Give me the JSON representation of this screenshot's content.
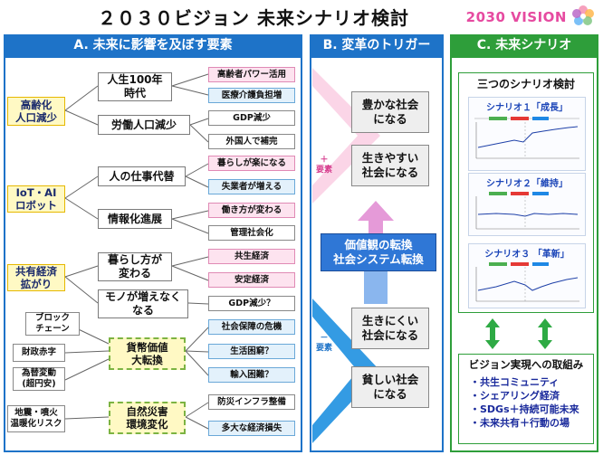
{
  "header": {
    "title": "２０３０ビジョン 未来シナリオ検討",
    "logo_text": "2030 VISION"
  },
  "columns": {
    "a": {
      "label": "A. 未来に影響を及ぼす要素"
    },
    "b": {
      "label": "B. 変革のトリガー"
    },
    "c": {
      "label": "C. 未来シナリオ"
    }
  },
  "factors": {
    "aging": "高齢化\n人口減少",
    "iot": "IoT・AI\nロボット",
    "sharing": "共有経済\n拡がり",
    "currency": "貨幣価値\n大転換",
    "disaster": "自然災害\n環境変化"
  },
  "mids": {
    "life100": "人生100年\n時代",
    "labor": "労働人口減少",
    "job_replace": "人の仕事代替",
    "info": "情報化進展",
    "lifestyle": "暮らし方が\n変わる",
    "goods": "モノが増えなく\nなる"
  },
  "sources": {
    "blockchain": "ブロック\nチェーン",
    "deficit": "財政赤字",
    "yen": "為替変動\n(超円安)",
    "quake": "地震・噴火\n温暖化リスク"
  },
  "effects": {
    "elder_power": "高齢者パワー活用",
    "medical": "医療介護負担増",
    "gdp_down": "GDP減少",
    "foreign": "外国人で補完",
    "easier": "暮らしが楽になる",
    "unemploy": "失業者が増える",
    "workstyle": "働き方が変わる",
    "mgmt": "管理社会化",
    "coexist": "共生経済",
    "stable": "安定経済",
    "gdp_q": "GDP減少？",
    "welfare": "社会保障の危機",
    "hardship": "生活困窮？",
    "import": "輸入困難？",
    "infra": "防災インフラ整備",
    "loss": "多大な経済損失"
  },
  "trigger": {
    "plus_label": "＋\n要素",
    "minus_label": "－\n要素",
    "rich": "豊かな社会\nになる",
    "easy": "生きやすい\n社会になる",
    "shift": "価値観の転換\n社会システム転換",
    "hard": "生きにくい\n社会になる",
    "poor": "貧しい社会\nになる"
  },
  "scenarios": {
    "heading": "三つのシナリオ検討",
    "items": [
      {
        "label": "シナリオ１「成長」"
      },
      {
        "label": "シナリオ２「維持」"
      },
      {
        "label": "シナリオ３ 「革新」"
      }
    ]
  },
  "actions": {
    "heading": "ビジョン実現への取組み",
    "items": [
      "・共生コミュニティ",
      "・シェアリング経済",
      "・SDGs＋持続可能未来",
      "・未来共有＋行動の場"
    ]
  },
  "colors": {
    "blue": "#1e73c8",
    "green": "#2e9e3a",
    "pink": "#f6b3d4",
    "light_blue": "#7ec3ea"
  }
}
